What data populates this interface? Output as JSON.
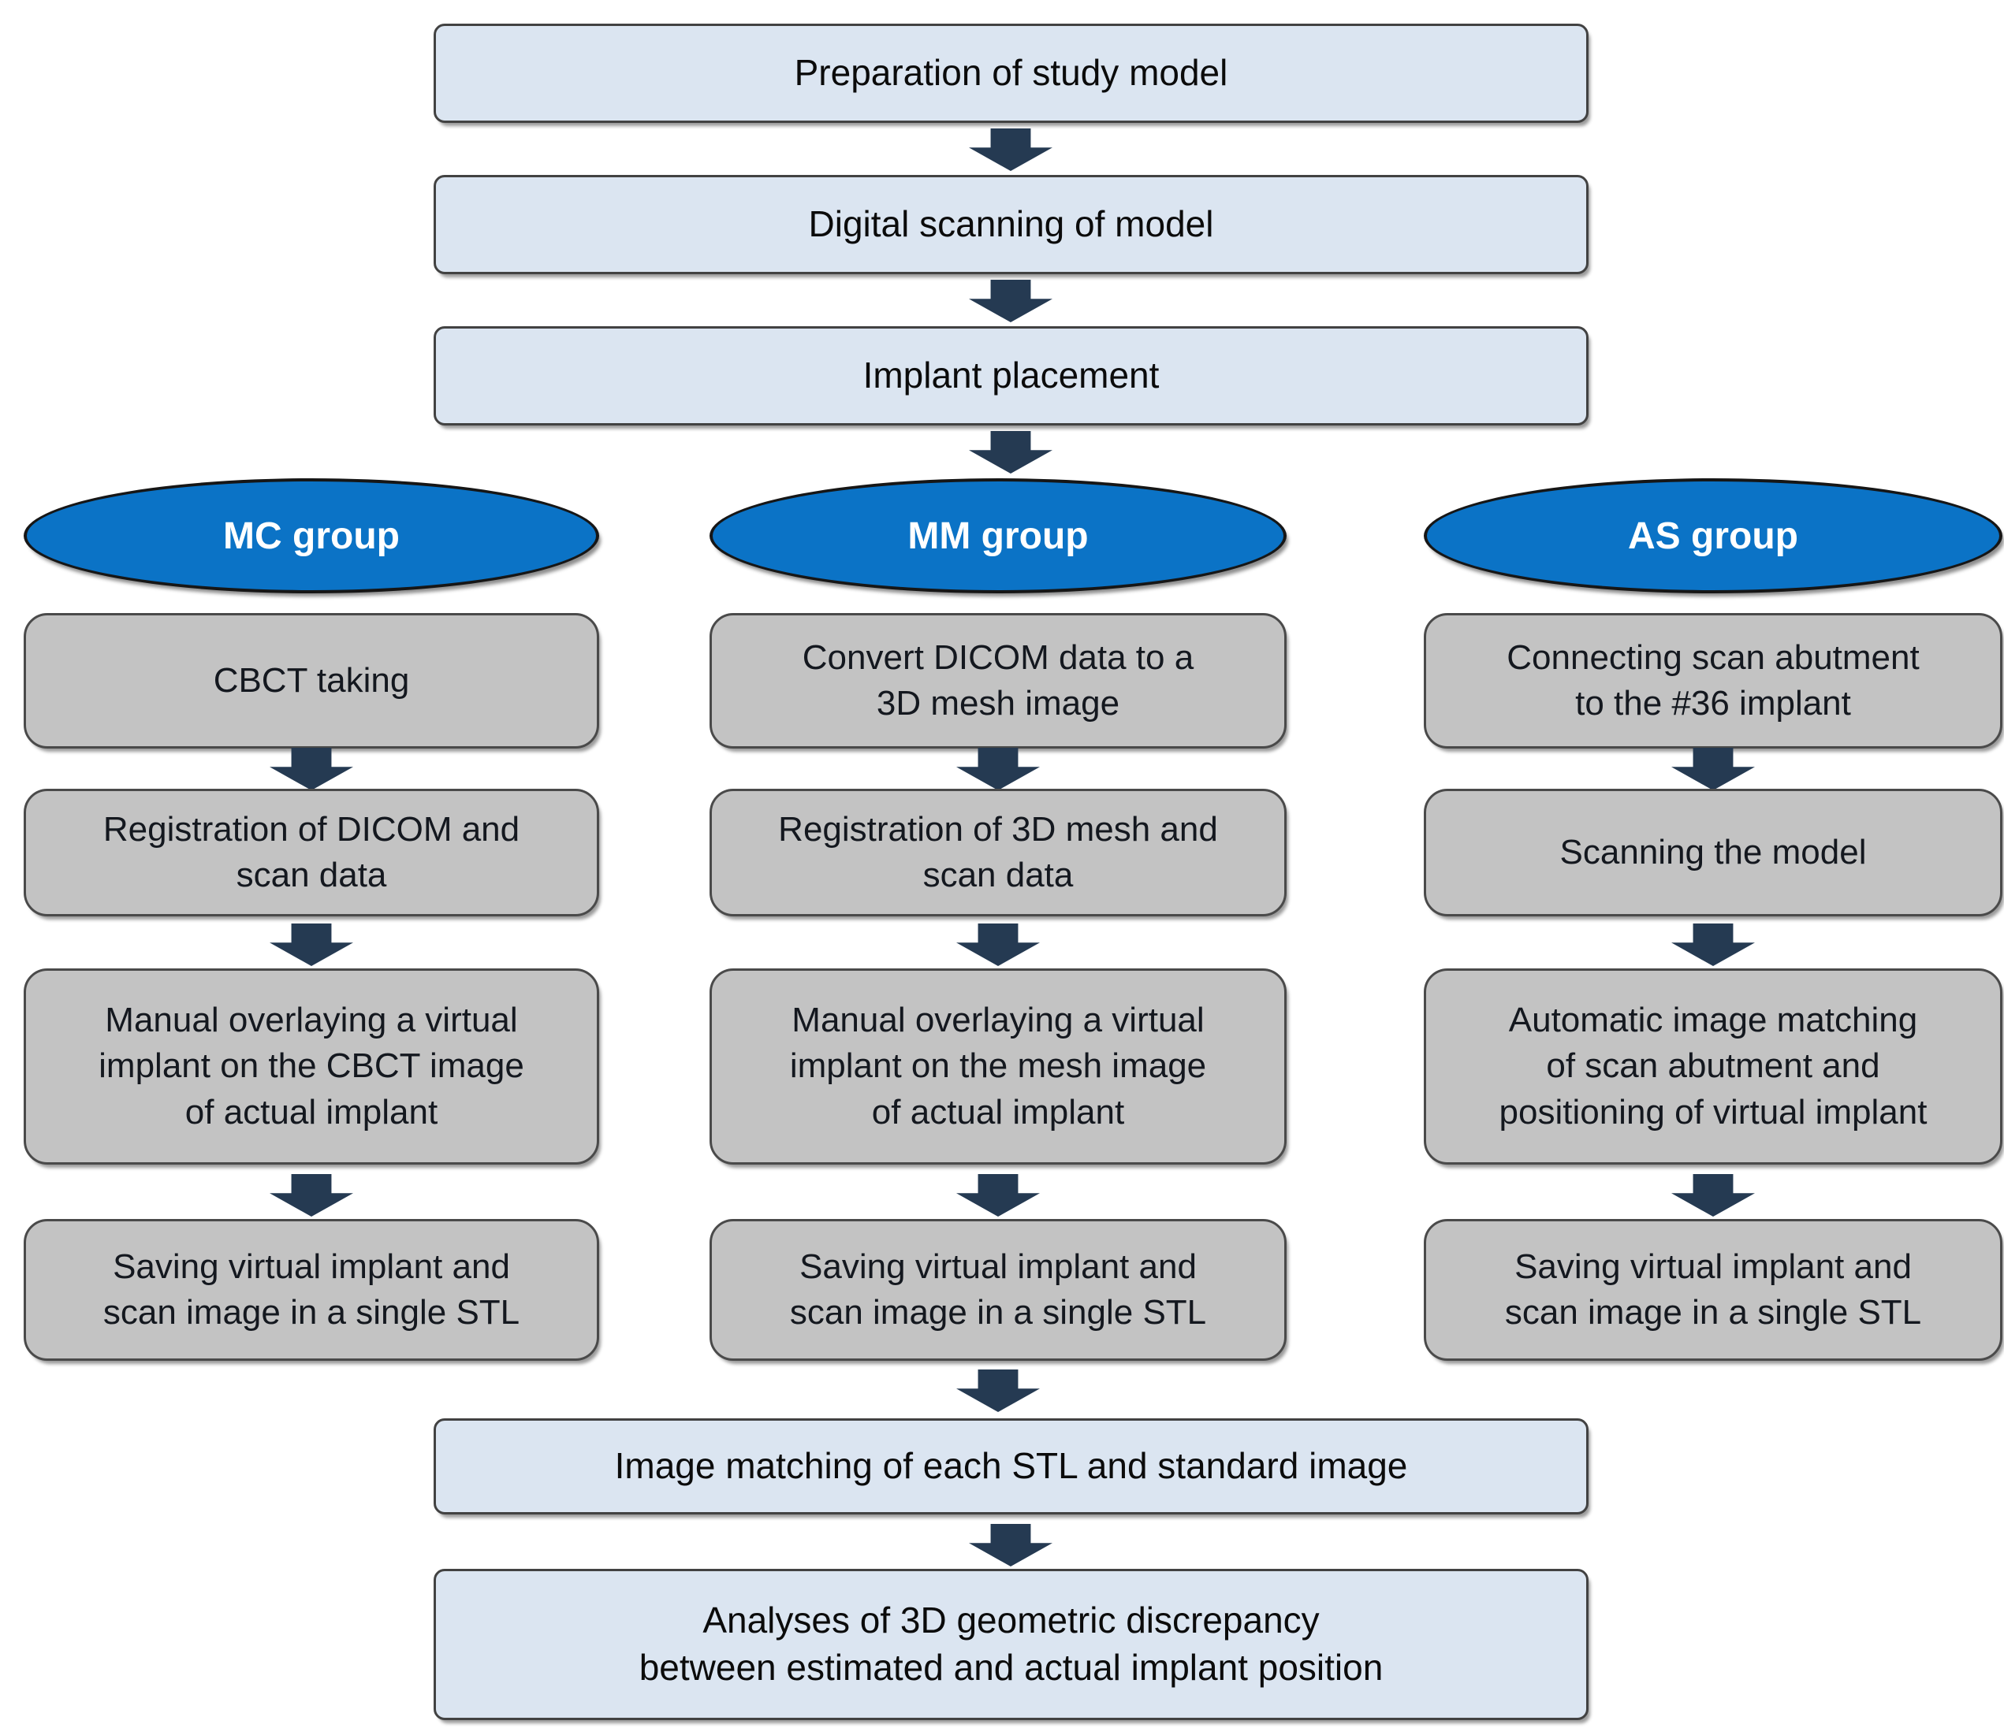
{
  "flow": {
    "top": [
      {
        "label": "Preparation of study model"
      },
      {
        "label": "Digital scanning of model"
      },
      {
        "label": "Implant placement"
      }
    ],
    "bottom": [
      {
        "label": "Image matching of each STL and standard image"
      },
      {
        "label": "Analyses of 3D geometric discrepancy\nbetween estimated and actual implant position"
      }
    ]
  },
  "groups": [
    {
      "name": "MC group",
      "steps": [
        "CBCT taking",
        "Registration of  DICOM and\nscan data",
        "Manual overlaying a virtual\nimplant on the CBCT image\nof actual implant",
        "Saving virtual implant and\nscan image in a single STL"
      ]
    },
    {
      "name": "MM group",
      "steps": [
        "Convert DICOM  data to a\n3D mesh image",
        "Registration of 3D mesh and\nscan data",
        "Manual overlaying a virtual\nimplant on the mesh image\nof actual implant",
        "Saving virtual implant and\nscan image in a single STL"
      ]
    },
    {
      "name": "AS group",
      "steps": [
        "Connecting scan abutment\nto the #36 implant",
        "Scanning the model",
        "Automatic image matching\nof scan abutment and\npositioning of virtual implant",
        "Saving virtual implant and\nscan image in a single STL"
      ]
    }
  ],
  "colors": {
    "process_fill": "#dbe5f1",
    "process_border": "#424242",
    "step_fill": "#c3c3c3",
    "step_border": "#4a4a4a",
    "group_fill": "#0b73c6",
    "group_border": "#161616",
    "arrow": "#253a52",
    "text": "#0b0b0b",
    "group_text": "#ffffff"
  }
}
